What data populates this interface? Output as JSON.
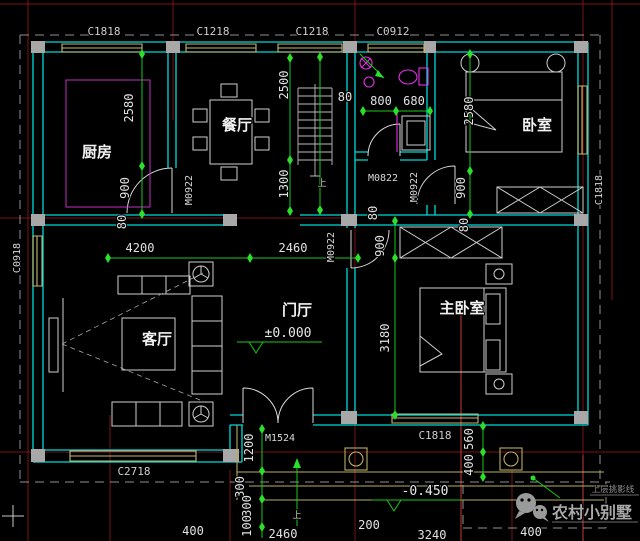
{
  "app": {
    "type": "cad-floor-plan",
    "background": "#000000"
  },
  "colors": {
    "wall": "#00d9d9",
    "window": "#c8b96e",
    "dimension_green": "#18c918",
    "axis_red": "#7a1519",
    "fixture_magenta": "#e82ee8",
    "furniture": "#cfcfcf",
    "text": "#e2e2e2",
    "watermark": "#9a9a9a"
  },
  "plan": {
    "rooms": {
      "kitchen": "厨房",
      "dining": "餐厅",
      "bedroom": "卧室",
      "living": "客厅",
      "foyer": "门厅",
      "master": "主卧室"
    },
    "windows": {
      "c1818_top": "C1818",
      "c1218_a": "C1218",
      "c1218_b": "C1218",
      "c0912": "C0912",
      "c0918_left": "C0918",
      "c1818_right": "C1818",
      "c2718_bottom": "C2718",
      "c1818_master": "C1818"
    },
    "doors": {
      "m0922_kitchen": "M0922",
      "m0822_bath": "M0822",
      "m0922_bed": "M0922",
      "m0922_hall": "M0922",
      "m1524_entry": "M1524"
    },
    "dims": {
      "d2580": "2580",
      "d900": "900",
      "d80": "80",
      "d2500": "2500",
      "d1300": "1300",
      "d800": "800",
      "d680": "680",
      "d4200": "4200",
      "d2460": "2460",
      "d3180": "3180",
      "d1200": "1200",
      "d300": "300",
      "d100": "100",
      "d560": "560",
      "d400": "400",
      "d200": "200",
      "d3240": "3240",
      "up": "上"
    },
    "levels": {
      "ground": "±0.000",
      "terrace": "-0.450"
    }
  },
  "watermark": {
    "brand": "农村小别墅",
    "note": "上层挑影线"
  }
}
